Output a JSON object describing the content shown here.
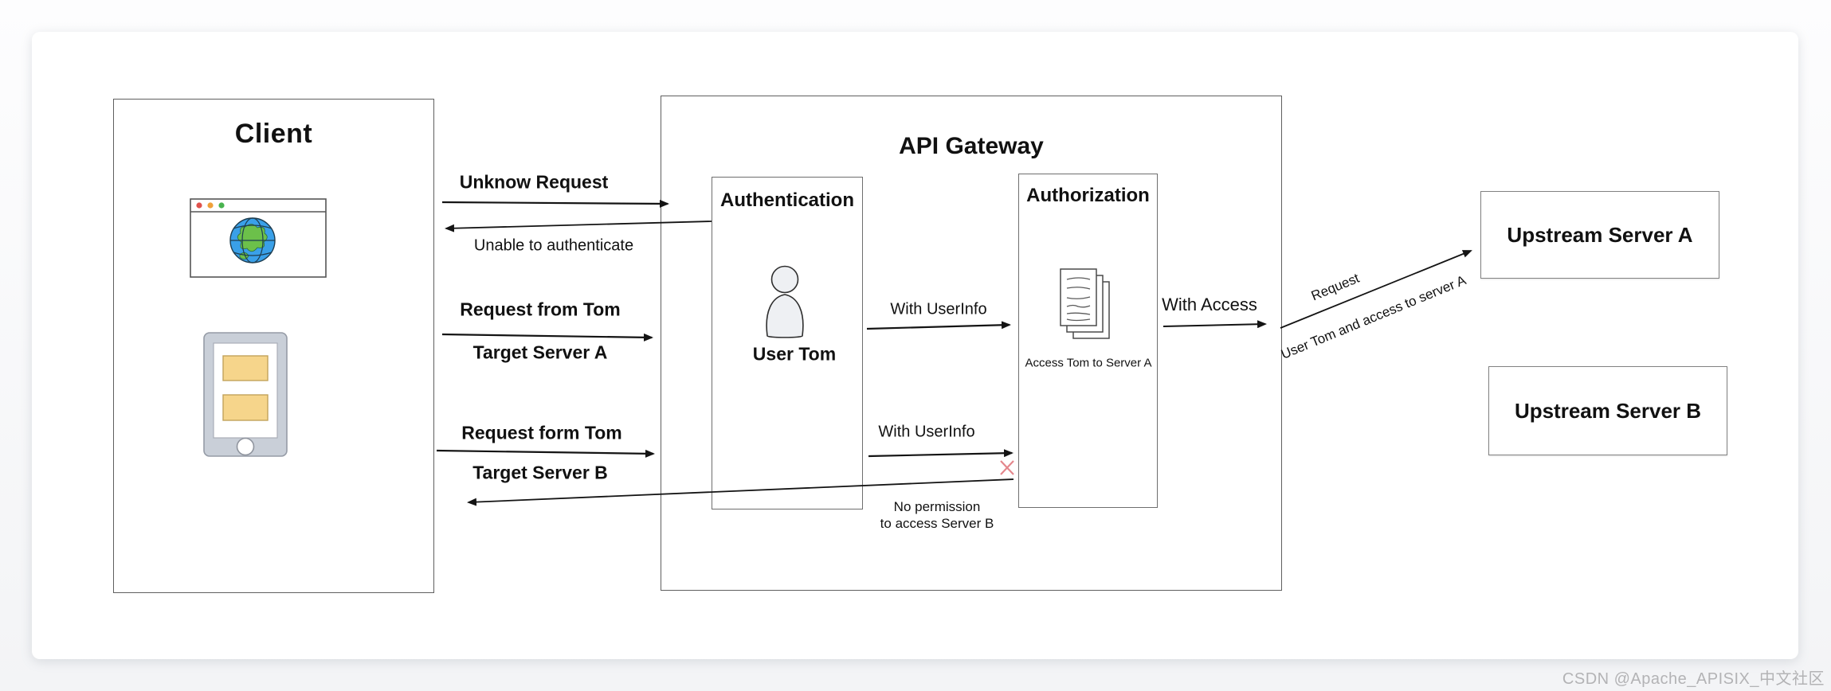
{
  "watermark": {
    "text": "CSDN @Apache_APISIX_中文社区"
  },
  "client": {
    "title": "Client"
  },
  "gateway": {
    "title": "API Gateway"
  },
  "authentication": {
    "title": "Authentication",
    "user_label": "User Tom"
  },
  "authorization": {
    "title": "Authorization",
    "doc_label": "Access Tom to Server A"
  },
  "upstream_a": {
    "title": "Upstream Server A"
  },
  "upstream_b": {
    "title": "Upstream Server B"
  },
  "flows": {
    "unknow_request": "Unknow Request",
    "unable_to_authenticate": "Unable to authenticate",
    "request_from_tom": "Request from Tom",
    "target_server_a": "Target Server A",
    "request_form_tom": "Request form Tom",
    "target_server_b": "Target Server B",
    "with_userinfo_auth": "With UserInfo",
    "with_userinfo_deny": "With UserInfo",
    "with_access": "With Access",
    "request": "Request",
    "user_tom_and_access": "User Tom and access to server A",
    "no_permission_line1": "No permission",
    "no_permission_line2": "to access Server B"
  },
  "icons": {
    "browser": "browser-window-icon",
    "globe": "globe-icon",
    "phone": "smartphone-icon",
    "user": "person-icon",
    "documents": "documents-icon",
    "deny": "red-x-icon"
  },
  "colors": {
    "globe_blue": "#3aa0e8",
    "globe_green": "#6cc04a",
    "screen_tan": "#f6d58b",
    "deny_red": "#e4868c",
    "traffic_red": "#e0524d",
    "traffic_yellow": "#efa13a",
    "traffic_green": "#49b34f"
  }
}
